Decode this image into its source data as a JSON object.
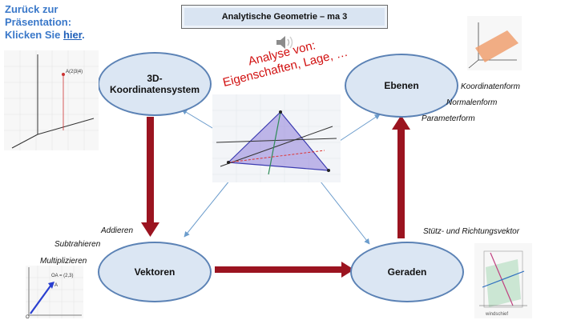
{
  "back_link": {
    "line1": "Zurück zur",
    "line2": "Präsentation:",
    "line3_prefix": "Klicken Sie ",
    "link_text": "hier",
    "line3_suffix": "."
  },
  "title": "Analytische Geometrie – ma 3",
  "nodes": {
    "koordinaten": {
      "line1": "3D-",
      "line2": "Koordinatensystem"
    },
    "ebenen": "Ebenen",
    "vektoren": "Vektoren",
    "geraden": "Geraden"
  },
  "analysis": {
    "line1": "Analyse von:",
    "line2": "Eigenschaften, Lage, …"
  },
  "labels": {
    "koordinatenform": "Koordinatenform",
    "normalenform": "Normalenform",
    "parameterform": "Parameterform",
    "addieren": "Addieren",
    "subtrahieren": "Subtrahieren",
    "multiplizieren": "Multiplizieren",
    "stuetz": "Stütz- und Richtungsvektor"
  },
  "thumbs": {
    "point_label": "A(2|3|4)",
    "vector_label": "OA = (2,3)",
    "vector_point": "A",
    "vector_origin": "O",
    "windschief": "windschief"
  },
  "colors": {
    "node_fill": "#dbe6f3",
    "node_border": "#5b82b5",
    "arrow_red": "#9b1420",
    "thin_arrow": "#6b9ccc",
    "analysis_red": "#d11010"
  }
}
